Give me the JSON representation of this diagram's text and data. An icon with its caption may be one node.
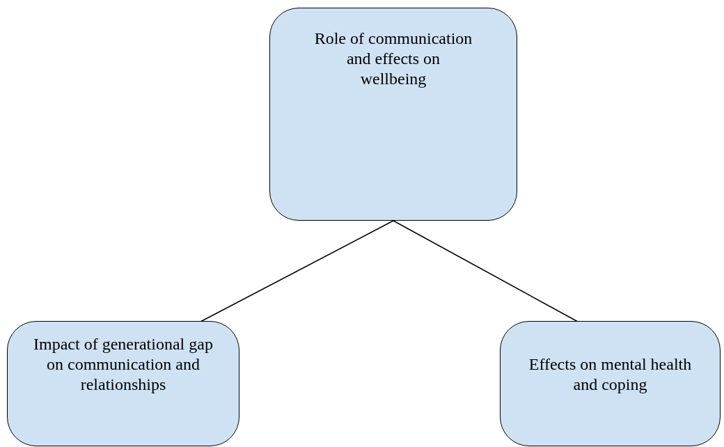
{
  "diagram": {
    "nodes": [
      {
        "text": [
          "Role of communication and effects on wellbeing"
        ]
      },
      {
        "text": [
          "Impact of generational gap on communication and relationships"
        ]
      },
      {
        "text": [
          "Effects on mental health and coping"
        ]
      }
    ],
    "edges": [
      {
        "from": 0,
        "to": 1,
        "arrow": "none"
      },
      {
        "from": 0,
        "to": 2,
        "arrow": "none"
      }
    ]
  }
}
